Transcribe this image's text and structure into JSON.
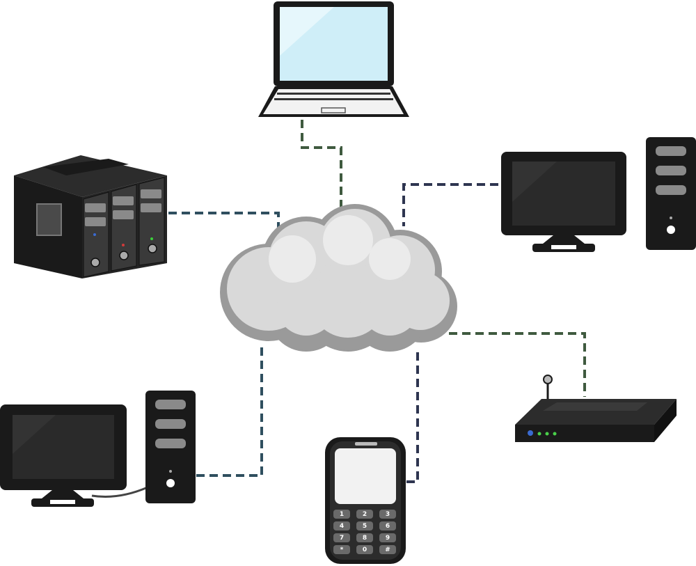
{
  "colors": {
    "background": "#ffffff",
    "device_body": "#1a1a1a",
    "device_mid": "#2c2c2c",
    "screen_off": "#2a2a2a",
    "laptop_screen": "#cfeef8",
    "cloud_fill": "#d9d9d9",
    "cloud_highlight": "#ebebeb",
    "cloud_outline": "#9a9a9a",
    "link_teal": "#2f4f5f",
    "link_navy": "#2e3550",
    "link_green": "#3f5a3f"
  },
  "devices": [
    {
      "key": "laptop",
      "icon": "laptop-icon"
    },
    {
      "key": "server_rack",
      "icon": "server-rack-icon"
    },
    {
      "key": "desktop_right",
      "icon": "desktop-computer-icon"
    },
    {
      "key": "desktop_left",
      "icon": "desktop-computer-icon"
    },
    {
      "key": "mobile_phone",
      "icon": "mobile-phone-icon"
    },
    {
      "key": "router",
      "icon": "wireless-router-icon"
    }
  ],
  "hub": {
    "icon": "cloud-icon"
  },
  "phone_keys": [
    "1",
    "2",
    "3",
    "4",
    "5",
    "6",
    "7",
    "8",
    "9",
    "*",
    "0",
    "#"
  ]
}
